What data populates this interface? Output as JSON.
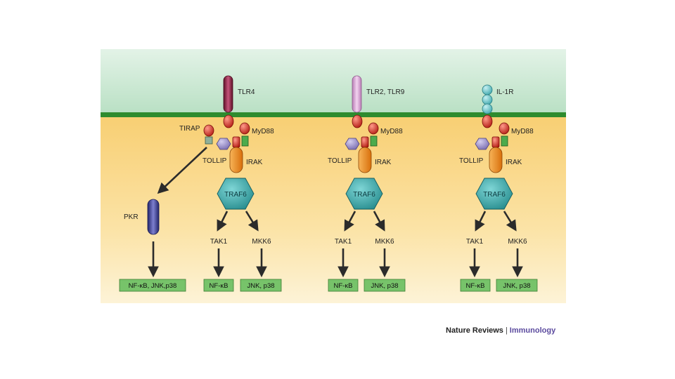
{
  "colors": {
    "extracellular": "#d3ecdb",
    "cytoplasm": "#fbdd8e",
    "membrane": "#2e8b2e",
    "arrow": "#2b2b2b",
    "output_box": "#77c36a",
    "traf6": "#3fb3b3",
    "irak": "#f08d1e",
    "myd88_tir": "#d62a1f",
    "tollip": "#9a8fc4",
    "tlr4": "#8c2244",
    "tlr2": "#d9a4d6",
    "il1r": "#6ac3c8",
    "pkr": "#3d3f8f",
    "credit_accent": "#5b4a9e"
  },
  "pathways": {
    "tlr4": {
      "receptor": "TLR4",
      "tirap": "TIRAP",
      "myd88": "MyD88",
      "tollip": "TOLLIP",
      "irak": "IRAK",
      "traf6": "TRAF6",
      "pkr": "PKR",
      "tak1": "TAK1",
      "mkk6": "MKK6",
      "out_pkr": "NF-κB, JNK,p38",
      "out_tak1": "NF-κB",
      "out_mkk6": "JNK, p38"
    },
    "tlr2": {
      "receptor": "TLR2, TLR9",
      "myd88": "MyD88",
      "tollip": "TOLLIP",
      "irak": "IRAK",
      "traf6": "TRAF6",
      "tak1": "TAK1",
      "mkk6": "MKK6",
      "out_tak1": "NF-κB",
      "out_mkk6": "JNK, p38"
    },
    "il1r": {
      "receptor": "IL-1R",
      "myd88": "MyD88",
      "tollip": "TOLLIP",
      "irak": "IRAK",
      "traf6": "TRAF6",
      "tak1": "TAK1",
      "mkk6": "MKK6",
      "out_tak1": "NF-κB",
      "out_mkk6": "JNK, p38"
    }
  },
  "credit": {
    "journal": "Nature Reviews",
    "separator": "|",
    "subject": "Immunology"
  }
}
